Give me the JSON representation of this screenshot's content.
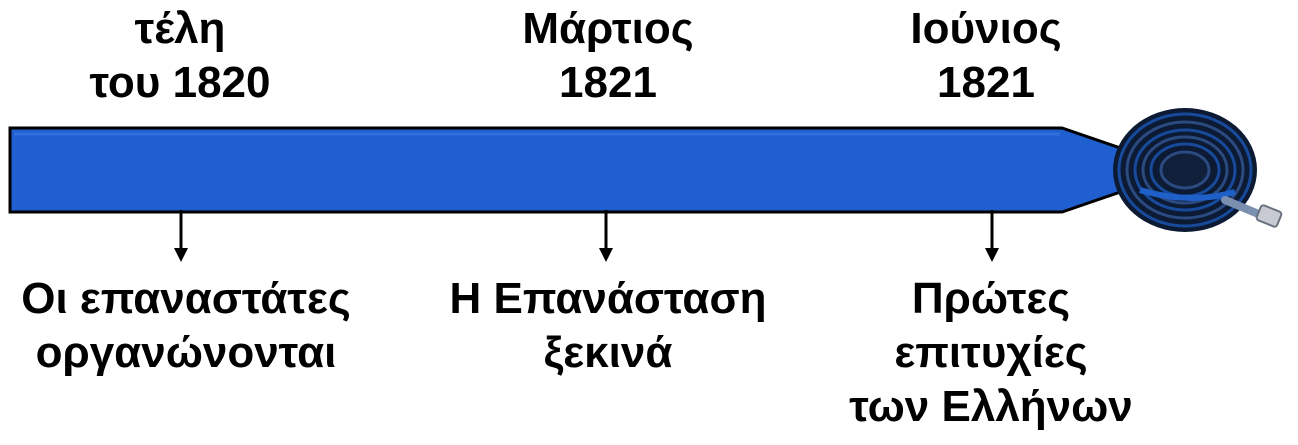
{
  "timeline": {
    "colors": {
      "bar_fill": "#1f5fd0",
      "bar_stroke": "#000000",
      "text": "#000000",
      "reel": "#0c1a33",
      "reel_highlight": "#1e5fc8"
    },
    "top_labels": [
      {
        "line1": "τέλη",
        "line2": "του 1820"
      },
      {
        "line1": "Μάρτιος",
        "line2": "1821"
      },
      {
        "line1": "Ιούνιος",
        "line2": "1821"
      }
    ],
    "bottom_labels": [
      {
        "line1": "Οι επαναστάτες",
        "line2": "οργανώνονται"
      },
      {
        "line1": "Η Επανάσταση",
        "line2": "ξεκινά"
      },
      {
        "line1": "Πρώτες",
        "line2": "επιτυχίες",
        "line3": "των Ελλήνων"
      }
    ],
    "end_icon": "cable-reel-icon"
  }
}
